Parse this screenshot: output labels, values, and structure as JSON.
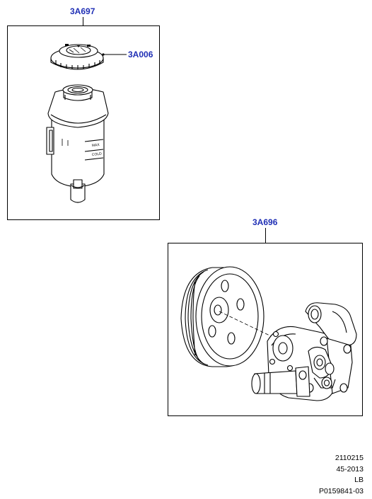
{
  "callouts": {
    "reservoir": "3A697",
    "cap": "3A006",
    "pump": "3A696"
  },
  "footer": {
    "line1": "2110215",
    "line2": "45-2013",
    "line3": "LB",
    "line4": "P0159841-03"
  },
  "colors": {
    "callout": "#1f2fb5",
    "line": "#000000"
  }
}
